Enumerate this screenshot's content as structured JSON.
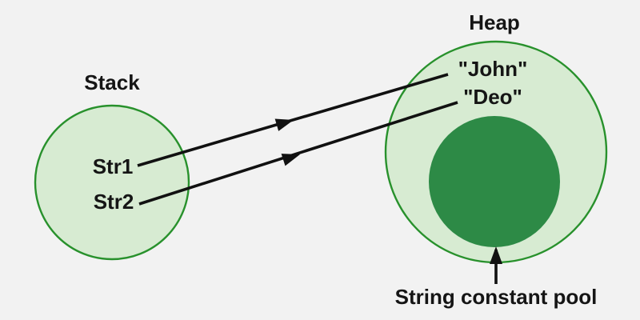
{
  "diagram": {
    "stack": {
      "label": "Stack",
      "variables": [
        {
          "label": "Str1"
        },
        {
          "label": "Str2"
        }
      ]
    },
    "heap": {
      "label": "Heap",
      "strings": [
        {
          "label": "\"John\""
        },
        {
          "label": "\"Deo\""
        }
      ],
      "pool_label": "String constant pool"
    },
    "arrows": [
      {
        "from": "Str1",
        "to": "\"John\""
      },
      {
        "from": "Str2",
        "to": "\"Deo\""
      },
      {
        "from": "String constant pool label",
        "to": "string constant pool circle"
      }
    ],
    "colors": {
      "background": "#f2f2f2",
      "region_fill": "#d7ebd2",
      "region_stroke": "#28912c",
      "pool_fill": "#2d8a46",
      "line": "#111111",
      "text": "#151515"
    }
  }
}
